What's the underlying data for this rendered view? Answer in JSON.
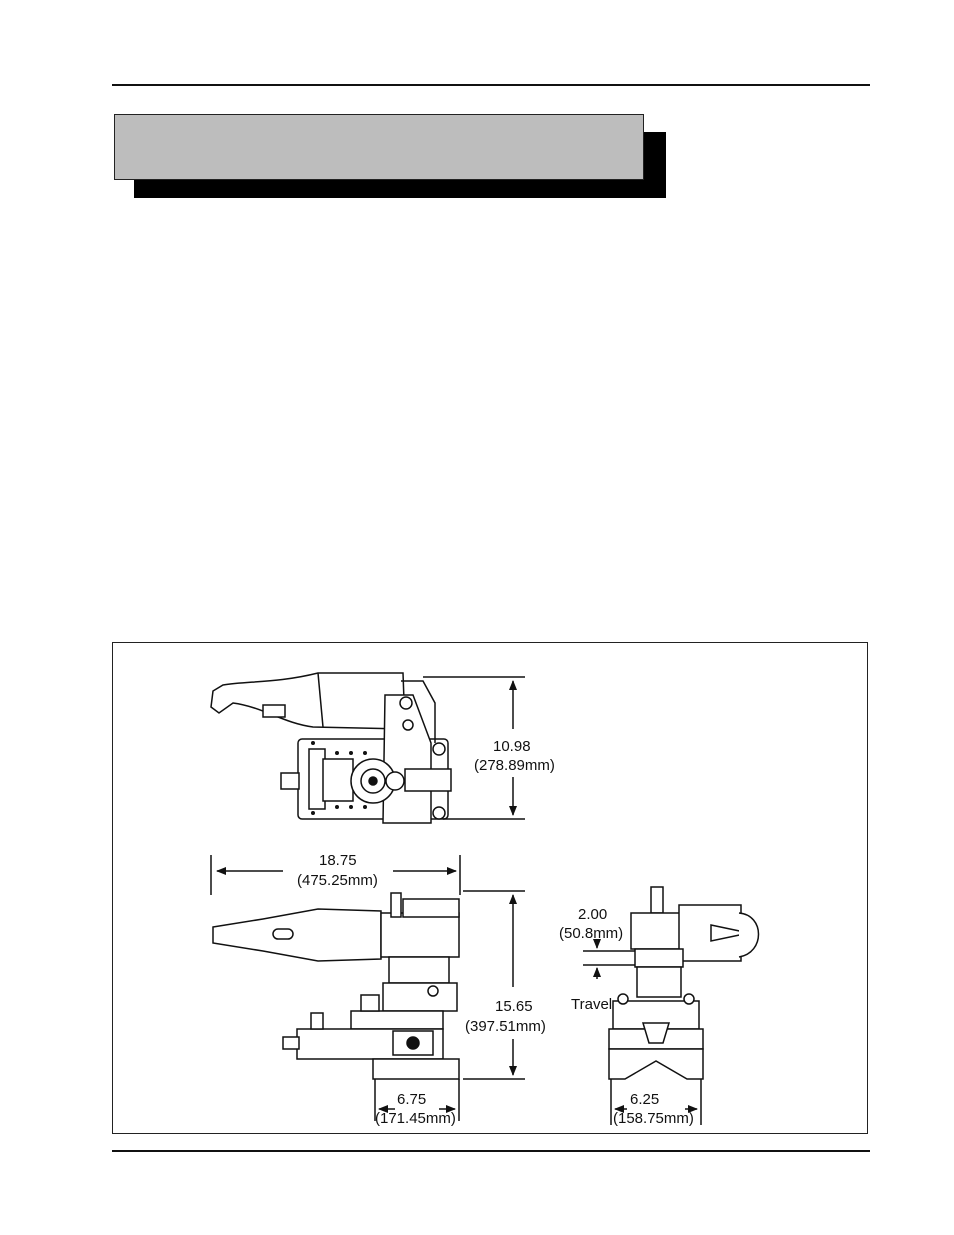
{
  "header": {
    "title": ""
  },
  "figure": {
    "side_view": {
      "height_in": "10.98",
      "height_mm": "(278.89mm)"
    },
    "front_view": {
      "length_in": "18.75",
      "length_mm": "(475.25mm)",
      "height_in": "15.65",
      "height_mm": "(397.51mm)",
      "base_in": "6.75",
      "base_mm": "(171.45mm)"
    },
    "end_view": {
      "travel_in": "2.00",
      "travel_mm": "(50.8mm)",
      "travel_label": "Travel",
      "width_in": "6.25",
      "width_mm": "(158.75mm)"
    }
  }
}
